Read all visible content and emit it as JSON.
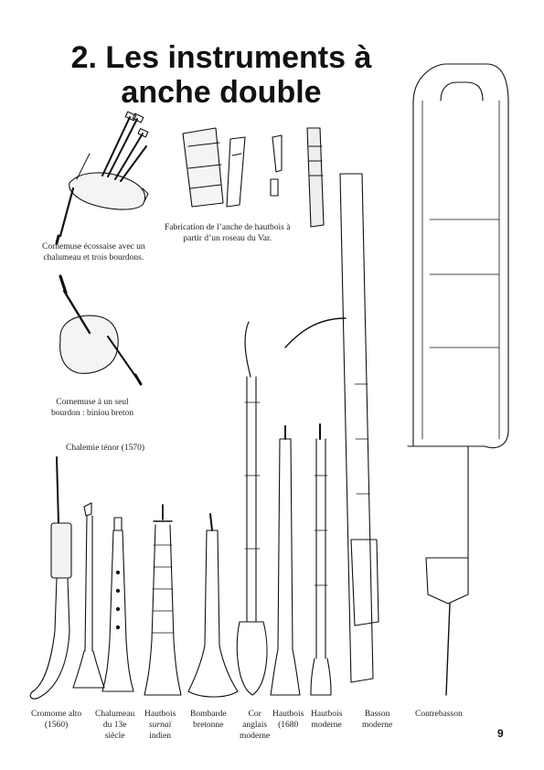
{
  "title": {
    "line1": "2. Les instruments à",
    "line2": "anche double"
  },
  "captions": {
    "cornemuse_ecossaise": {
      "line1": "Cornemuse écossaise avec un",
      "line2": "chalumeau et trois bourdons."
    },
    "fabrication": {
      "line1": "Fabrication de l’anche de hautbois à",
      "line2": "partir d’un roseau du Var."
    },
    "cornemuse_seul": {
      "line1": "Cornemuse à un seul",
      "line2": "bourdon : biniou breton"
    },
    "chalemie": {
      "line1": "Chalemie ténor (1570)"
    },
    "cromorne": {
      "line1": "Cromorne alto",
      "line2": "(1560)"
    },
    "chalumeau": {
      "line1": "Chalumeau",
      "line2": "du 13e",
      "line3": "siècle"
    },
    "hautbois_surnai": {
      "line1": "Hautbois",
      "line2": "surnaï",
      "line3": "indien"
    },
    "bombarde": {
      "line1": "Bombarde",
      "line2": "bretonne"
    },
    "cor_anglais": {
      "line1": "Cor",
      "line2": "anglais",
      "line3": "moderne"
    },
    "hautbois_1680": {
      "line1": "Hautbois",
      "line2": "(1680"
    },
    "hautbois_moderne": {
      "line1": "Hautbois",
      "line2": "moderne"
    },
    "basson": {
      "line1": "Basson",
      "line2": "moderne"
    },
    "contrebasson": {
      "line1": "Contrebasson"
    }
  },
  "page_number": "9"
}
